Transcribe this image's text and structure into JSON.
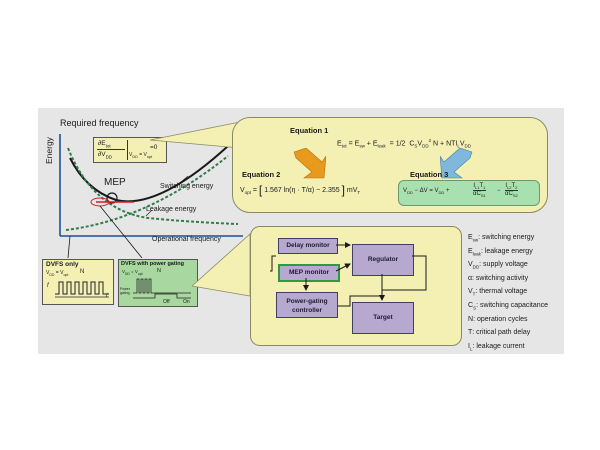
{
  "plot": {
    "title": "Required frequency",
    "y_axis_label": "Energy",
    "x_axis_label": "Operational frequency",
    "mep_label": "MEP",
    "switching_label": "Switching energy",
    "leakage_label": "Leakage energy",
    "derivative_numerator": "∂E",
    "derivative_num_sub": "tot",
    "derivative_denominator": "∂V",
    "derivative_den_sub": "DD",
    "derivative_condition": "V",
    "derivative_result": "=0"
  },
  "dvfs_only": {
    "title": "DVFS only",
    "condition": "V",
    "n_label": "N",
    "f_label": "f",
    "t_label": "t"
  },
  "dvfs_gating": {
    "title": "DVFS with power gating",
    "condition": "V",
    "n_label": "N",
    "side_label": "Power gating",
    "off_label": "Off",
    "on_label": "On"
  },
  "equations": {
    "eq1_title": "Equation 1",
    "eq1_lhs": "E",
    "eq1_expr": "= E",
    "eq1_plus": "+ E",
    "eq1_half": "1/2",
    "eq1_rest": "C",
    "eq1_tail": "N + NTI",
    "eq2_title": "Equation 2",
    "eq2_lhs": "V",
    "eq2_body": "1.567 ln(η · T/α) − 2.355",
    "eq2_unit": "mV",
    "eq3_title": "Equation 3",
    "eq3_lhs": "V",
    "eq3_mid": "− ΔV = V",
    "eq3_frac1_top": "I",
    "eq3_frac1_bot": "αC",
    "eq3_frac2_top": "I",
    "eq3_frac2_bot": "αC"
  },
  "controller": {
    "delay_monitor": "Delay monitor",
    "mep_monitor": "MEP monitor",
    "regulator": "Regulator",
    "power_gating": "Power-gating controller",
    "target": "Target"
  },
  "legend": {
    "items": [
      {
        "sym": "E",
        "sub": "sw",
        "desc": ": switching energy"
      },
      {
        "sym": "E",
        "sub": "leak",
        "desc": ": leakage energy"
      },
      {
        "sym": "V",
        "sub": "DD",
        "desc": ": supply voltage"
      },
      {
        "sym": "α",
        "sub": "",
        "desc": ": switching activity"
      },
      {
        "sym": "V",
        "sub": "T",
        "desc": ": thermal voltage"
      },
      {
        "sym": "C",
        "sub": "S",
        "desc": ": switching capacitance"
      },
      {
        "sym": "N",
        "sub": "",
        "desc": ": operation cycles"
      },
      {
        "sym": "T",
        "sub": "",
        "desc": ": critical path delay"
      },
      {
        "sym": "I",
        "sub": "L",
        "desc": ": leakage current"
      }
    ]
  },
  "colors": {
    "panel": "#e6e6e6",
    "equation_box": "#f4f0b4",
    "block": "#b7a8d0",
    "curve_total": "#1a1a1a",
    "curve_switching": "#2e7d4a",
    "axis": "#1f4f8f",
    "arrow_orange": "#e89a1c",
    "arrow_blue": "#7fb8dc",
    "mini_green": "#a8d8a0"
  }
}
